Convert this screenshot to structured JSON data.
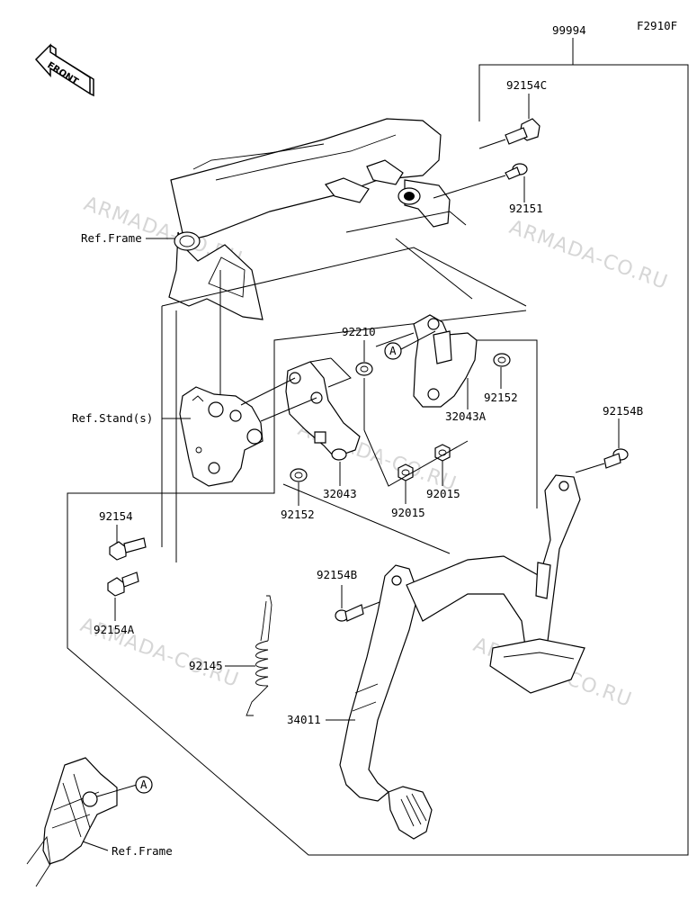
{
  "diagram_code": "F2910F",
  "front_arrow_label": "FRONT",
  "watermark": "ARMADA-CO.RU",
  "callout_letter": "A",
  "parts": {
    "p99994": "99994",
    "p92154C": "92154C",
    "p92151": "92151",
    "p92210": "92210",
    "p92152_top": "92152",
    "p32043A": "32043A",
    "p92154B_right": "92154B",
    "p32043": "32043",
    "p92015_a": "92015",
    "p92015_b": "92015",
    "p92152_low": "92152",
    "p92154": "92154",
    "p92154A": "92154A",
    "p92154B_mid": "92154B",
    "p92145": "92145",
    "p34011": "34011"
  },
  "refs": {
    "frame_top": "Ref.Frame",
    "stand": "Ref.Stand(s)",
    "frame_bottom": "Ref.Frame"
  }
}
